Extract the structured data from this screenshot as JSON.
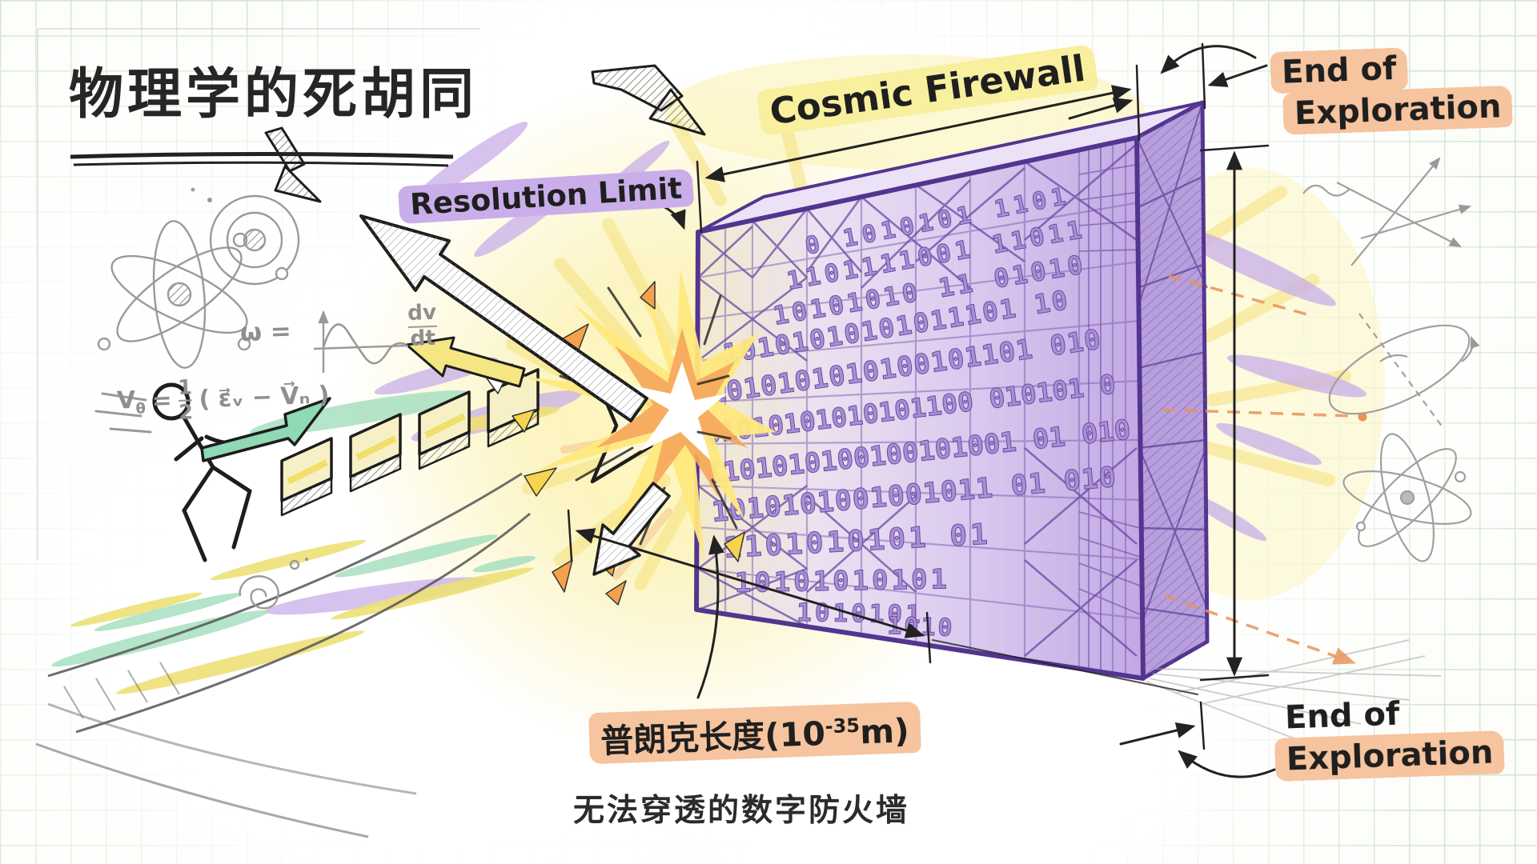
{
  "title": "物理学的死胡同",
  "labels": {
    "resolution_limit": "Resolution Limit",
    "cosmic_firewall": "Cosmic Firewall",
    "end_of_exploration_top": {
      "line1": "End of",
      "line2": "Exploration"
    },
    "end_of_exploration_bottom": {
      "line1": "End of",
      "line2": "Exploration"
    },
    "planck": {
      "base": "普朗克长度(10",
      "exponent": "-35",
      "unit": "m)"
    },
    "caption": "无法穿透的数字防火墙"
  },
  "formulas": {
    "omega": {
      "lhs": "ω =",
      "numerator": "dv",
      "denominator": "dt"
    },
    "velocity": {
      "lhs": "V",
      "subscript": "θ",
      "equals": "=",
      "numerator": "1",
      "denominator": "2",
      "expression": "( ε⃗ᵥ − V⃗ₙ )"
    }
  },
  "wall": {
    "binary_rows": [
      "0 1010101 1101",
      "1101111001 11011",
      "10101010 11 01010",
      "10101010101011101  10",
      "1010101010100101101 010",
      "01010101010101100 010101 0",
      "1101010100100101001 01 010",
      "1010101001001011 01 010",
      "1101010101 01",
      "10101010101",
      "1010101",
      "1010"
    ]
  },
  "colors": {
    "highlight_yellow": "#f8ef9f",
    "highlight_purple": "#c9aeea",
    "highlight_peach": "#f6c49e",
    "wall_outline_purple": "#53358f",
    "wall_digit_purple": "#a88fd3",
    "glow_yellow": "#f7e27a",
    "accent_orange_dash": "#e8935a",
    "arrow_green": "#8fd9b5",
    "pencil_gray": "#9a9a9a"
  }
}
